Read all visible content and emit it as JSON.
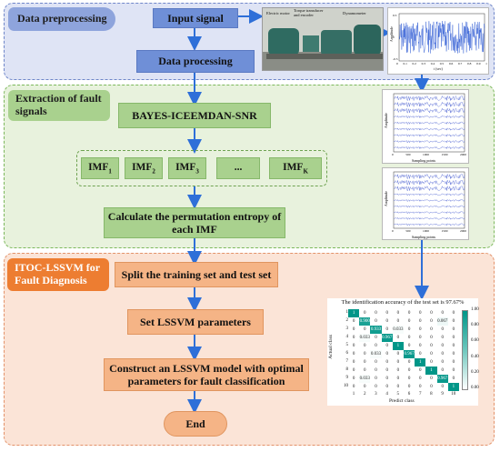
{
  "sections": {
    "preprocessing": {
      "label": "Data preprocessing",
      "color": "#8ea4dc"
    },
    "extraction": {
      "label_line1": "Extraction of fault",
      "label_line2": "signals",
      "color": "#a9d18e"
    },
    "diagnosis": {
      "label_line1": "ITOC-LSSVM for",
      "label_line2": "Fault Diagnosis",
      "color": "#ed7d31"
    }
  },
  "flow": {
    "input_signal": "Input signal",
    "data_processing": "Data processing",
    "decomposition": "BAYES-ICEEMDAN-SNR",
    "imfs": {
      "imf1": {
        "base": "IMF",
        "sub": "1"
      },
      "imf2": {
        "base": "IMF",
        "sub": "2"
      },
      "imf3": {
        "base": "IMF",
        "sub": "3"
      },
      "ellipsis": "...",
      "imfk": {
        "base": "IMF",
        "sub": "K"
      }
    },
    "entropy_line1": "Calculate the permutation entropy of",
    "entropy_line2": "each IMF",
    "split": "Split the training set and test set",
    "set_params": "Set LSSVM parameters",
    "construct_line1": "Construct an LSSVM model with optimal",
    "construct_line2": "parameters for fault classification",
    "end": "End"
  },
  "photo": {
    "label_motor": "Electric motor",
    "label_torque_line1": "Torque transducer",
    "label_torque_line2": "and encoder",
    "label_dyno": "Dynamometer"
  },
  "signal_plot": {
    "ylabel": "Amplitude",
    "xlabel": "t (sec)",
    "xticks": [
      "0",
      "0.1",
      "0.2",
      "0.3",
      "0.4",
      "0.5",
      "0.6",
      "0.7",
      "0.8",
      "0.9",
      "1"
    ],
    "yticks": [
      "0.5",
      "0",
      "-0.5"
    ]
  },
  "imf_plot_1": {
    "ylabel": "Amplitude",
    "xlabel": "Sampling points",
    "xticks": [
      "0",
      "500",
      "1000",
      "1500",
      "2000"
    ]
  },
  "imf_plot_2": {
    "ylabel": "Amplitude",
    "xlabel": "Sampling points",
    "xticks": [
      "0",
      "500",
      "1000",
      "1500",
      "2000"
    ]
  },
  "confusion_matrix": {
    "title": "The identification accuracy of the test set is 97.67%",
    "xlabel": "Predict class",
    "ylabel": "Actual class",
    "classes": [
      "1",
      "2",
      "3",
      "4",
      "5",
      "6",
      "7",
      "8",
      "9",
      "10"
    ],
    "colorbar_ticks": [
      "1.00",
      "0.80",
      "0.60",
      "0.40",
      "0.20",
      "0.00"
    ],
    "colormap": {
      "high": "#009688",
      "low": "#ffffff"
    },
    "matrix": [
      [
        "1",
        "0",
        "0",
        "0",
        "0",
        "0",
        "0",
        "0",
        "0",
        "0"
      ],
      [
        "0",
        "0.900",
        "0",
        "0",
        "0",
        "0",
        "0",
        "0",
        "0.067",
        "0"
      ],
      [
        "0",
        "0",
        "0.933",
        "0",
        "0.033",
        "0",
        "0",
        "0",
        "0",
        "0"
      ],
      [
        "0",
        "0.033",
        "0",
        "0.967",
        "0",
        "0",
        "0",
        "0",
        "0",
        "0"
      ],
      [
        "0",
        "0",
        "0",
        "0",
        "1",
        "0",
        "0",
        "0",
        "0",
        "0"
      ],
      [
        "0",
        "0",
        "0.033",
        "0",
        "0",
        "0.967",
        "0",
        "0",
        "0",
        "0"
      ],
      [
        "0",
        "0",
        "0",
        "0",
        "0",
        "0",
        "1",
        "0",
        "0",
        "0"
      ],
      [
        "0",
        "0",
        "0",
        "0",
        "0",
        "0",
        "0",
        "1",
        "0",
        "0"
      ],
      [
        "0",
        "0.033",
        "0",
        "0",
        "0",
        "0",
        "0",
        "0",
        "0.967",
        "0"
      ],
      [
        "0",
        "0",
        "0",
        "0",
        "0",
        "0",
        "0",
        "0",
        "0",
        "1"
      ]
    ]
  }
}
